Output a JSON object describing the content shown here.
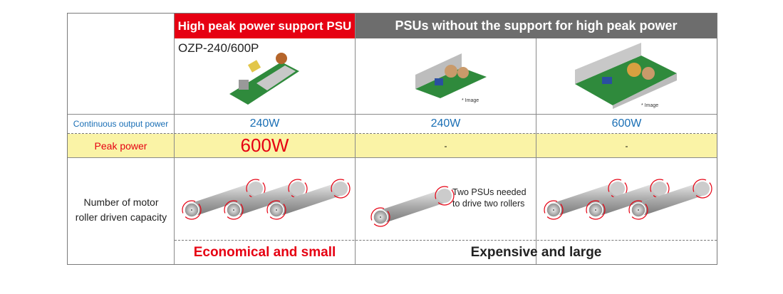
{
  "headers": {
    "featured": "High peak power support PSU",
    "others": "PSUs without the support for high peak power"
  },
  "model": "OZP-240/600P",
  "image_note": "* Image",
  "rows": {
    "continuous": {
      "label": "Continuous output power",
      "values": [
        "240W",
        "240W",
        "600W"
      ]
    },
    "peak": {
      "label": "Peak power",
      "values": [
        "600W",
        "-",
        "-"
      ]
    },
    "rollers": {
      "label": "Number of motor roller driven capacity",
      "note": "Two PSUs needed to drive two rollers",
      "counts": [
        3,
        1,
        3
      ]
    }
  },
  "footer": {
    "featured": "Economical and small",
    "others": "Expensive and large"
  },
  "colors": {
    "red": "#e60012",
    "gray": "#6d6d6d",
    "blue": "#1a6fb5",
    "yellow": "#faf3a6"
  }
}
